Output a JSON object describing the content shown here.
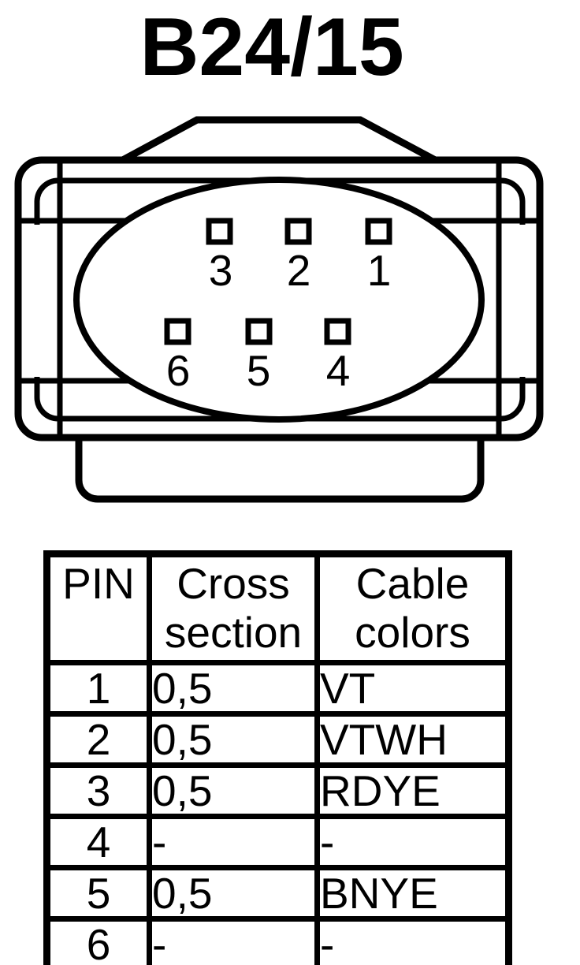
{
  "title": "B24/15",
  "connector": {
    "pin_rows": {
      "top": [
        "3",
        "2",
        "1"
      ],
      "bottom": [
        "6",
        "5",
        "4"
      ]
    }
  },
  "table": {
    "headers": {
      "pin": "PIN",
      "cross_section": "Cross section",
      "cable_colors": "Cable colors"
    },
    "rows": [
      {
        "pin": "1",
        "cross_section": "0,5",
        "cable_color": "VT"
      },
      {
        "pin": "2",
        "cross_section": "0,5",
        "cable_color": "VTWH"
      },
      {
        "pin": "3",
        "cross_section": "0,5",
        "cable_color": "RDYE"
      },
      {
        "pin": "4",
        "cross_section": "-",
        "cable_color": "-"
      },
      {
        "pin": "5",
        "cross_section": "0,5",
        "cable_color": "BNYE"
      },
      {
        "pin": "6",
        "cross_section": "-",
        "cable_color": "-"
      }
    ]
  },
  "colors": {
    "line": "#000000",
    "background": "#ffffff"
  }
}
